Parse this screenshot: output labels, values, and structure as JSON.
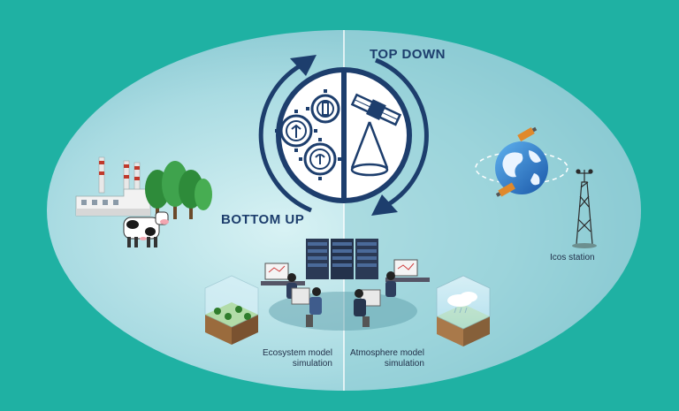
{
  "labels": {
    "top_down": "TOP DOWN",
    "bottom_up": "BOTTOM UP",
    "icos_station": "Icos station",
    "ecosystem_model": [
      "Ecosystem model",
      "simulation"
    ],
    "atmosphere_model": [
      "Atmosphere model",
      "simulation"
    ]
  },
  "colors": {
    "background": "#1fb1a3",
    "navy": "#1d3e6d",
    "ellipse_light": "#c9ecef",
    "ellipse_dark": "#86c8d2"
  },
  "icons": [
    "factory-icon",
    "cow-icon",
    "forest-icon",
    "gears-icon",
    "satellite-icon",
    "globe-satellite-icon",
    "icos-tower-icon",
    "server-rack-icon",
    "workstation-icon",
    "ecosystem-cube-icon",
    "atmosphere-cube-icon"
  ]
}
